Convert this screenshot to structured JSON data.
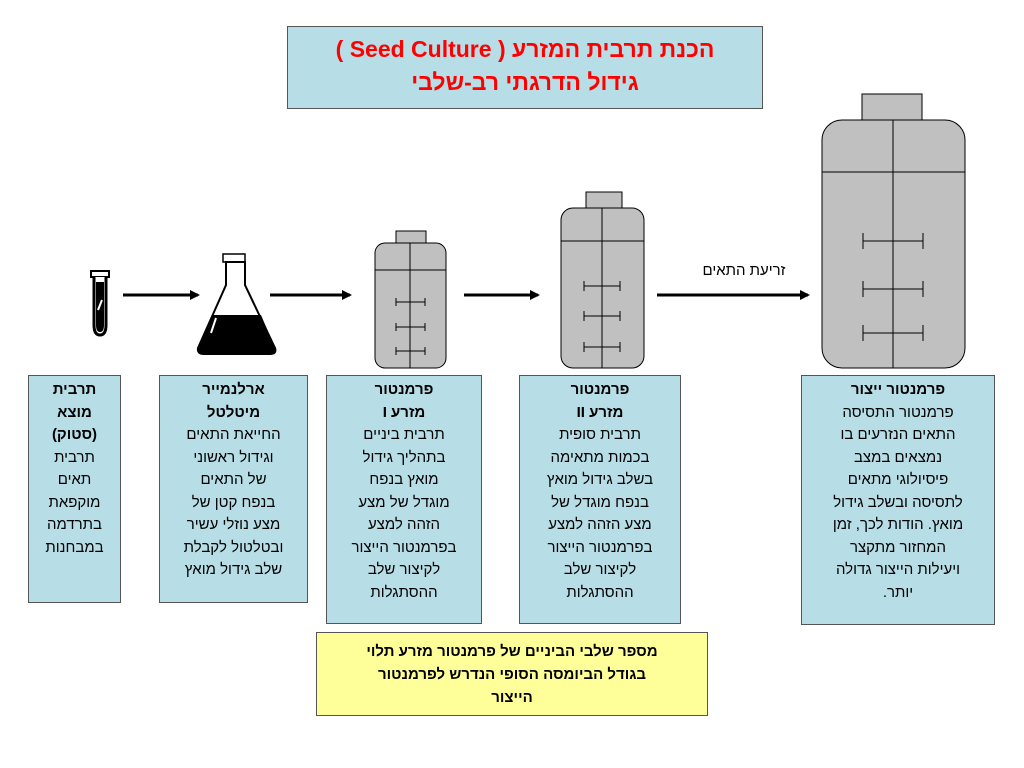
{
  "title": {
    "line1": "הכנת תרבית המזרע ( Seed Culture )",
    "line2": "גידול הדרגתי רב-שלבי"
  },
  "arrow_label": "זריעת התאים",
  "stages": [
    {
      "heading": [
        "תרבית",
        "מוצא",
        "(סטוק)"
      ],
      "body": [
        "תרבית",
        "תאים",
        "מוקפאת",
        "בתרדמה",
        "במבחנות"
      ]
    },
    {
      "heading": [
        "ארלנמייר",
        "מיטלטל"
      ],
      "body": [
        "החייאת התאים",
        "וגידול ראשוני",
        "של התאים",
        "בנפח קטן של",
        "מצע נוזלי עשיר",
        "ובטלטול לקבלת",
        "שלב גידול מואץ"
      ]
    },
    {
      "heading": [
        "פרמנטור",
        "מזרע I"
      ],
      "body": [
        "תרבית ביניים",
        "בתהליך גידול",
        "מואץ בנפח",
        "מוגדל של מצע",
        "הזהה למצע",
        "בפרמנטור הייצור",
        "לקיצור שלב",
        "ההסתגלות"
      ]
    },
    {
      "heading": [
        "פרמנטור",
        "מזרע II"
      ],
      "body": [
        "תרבית סופית",
        "בכמות מתאימה",
        "בשלב גידול מואץ",
        "בנפח מוגדל של",
        "מצע הזהה למצע",
        "בפרמנטור הייצור",
        "לקיצור שלב",
        "ההסתגלות"
      ]
    },
    {
      "heading": [
        "פרמנטור ייצור"
      ],
      "body": [
        "פרמנטור התסיסה",
        "התאים הנזרעים בו",
        "נמצאים במצב",
        "פיסיולוגי מתאים",
        "לתסיסה ובשלב גידול",
        "מואץ. הודות לכך, זמן",
        "המחזור מתקצר",
        "ויעילות הייצור גדולה",
        "יותר."
      ]
    }
  ],
  "note": {
    "line1": "מספר שלבי הביניים של פרמנטור מזרע תלוי",
    "line2": "בגודל הביומסה הסופי הנדרש לפרמנטור",
    "line3": "הייצור"
  },
  "colors": {
    "box_fill": "#b7dde6",
    "note_fill": "#ffff99",
    "title_text": "#ff0000",
    "vessel_fill": "#c0c0c0"
  }
}
